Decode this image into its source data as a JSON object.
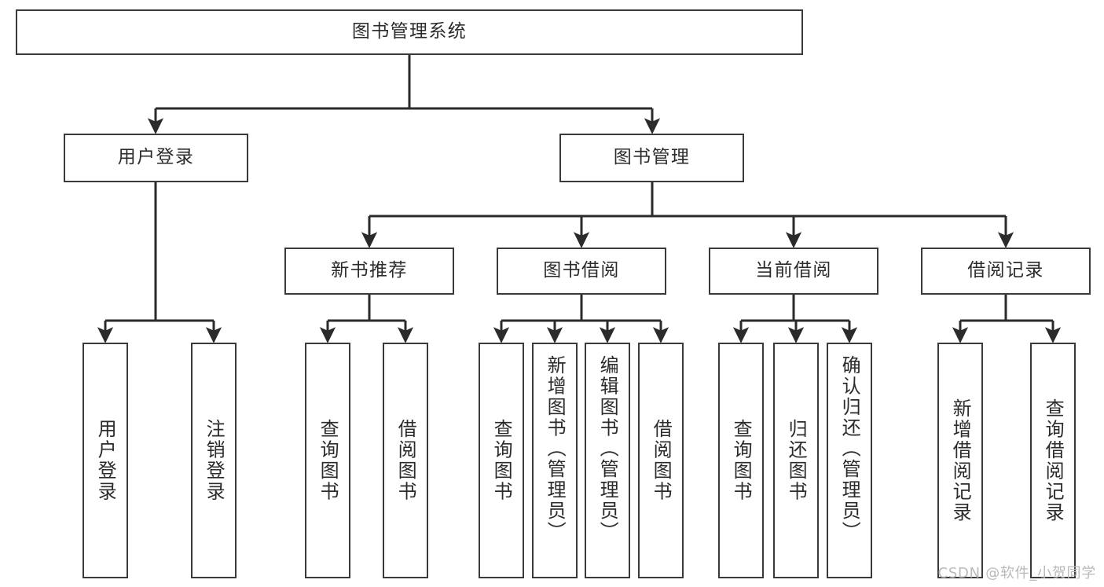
{
  "diagram": {
    "type": "tree",
    "title": "图书管理系统",
    "orientation": "top-down",
    "colors": {
      "box_stroke": "#3a3a3a",
      "box_fill": "#ffffff",
      "edge": "#2b2b2b",
      "text": "#2b2b2b",
      "watermark": "#b9b9b9",
      "background": "#ffffff"
    },
    "root": {
      "label": "图书管理系统"
    },
    "level2": [
      {
        "label": "用户登录"
      },
      {
        "label": "图书管理"
      }
    ],
    "level3": [
      {
        "label": "新书推荐"
      },
      {
        "label": "图书借阅"
      },
      {
        "label": "当前借阅"
      },
      {
        "label": "借阅记录"
      }
    ],
    "leaves": {
      "user_login": [
        {
          "label": "用户登录"
        },
        {
          "label": "注销登录"
        }
      ],
      "new_book_recommend": [
        {
          "label": "查询图书"
        },
        {
          "label": "借阅图书"
        }
      ],
      "book_borrow": [
        {
          "label": "查询图书"
        },
        {
          "label": "新增图书（管理员）"
        },
        {
          "label": "编辑图书（管理员）"
        },
        {
          "label": "借阅图书"
        }
      ],
      "current_borrow": [
        {
          "label": "查询图书"
        },
        {
          "label": "归还图书"
        },
        {
          "label": "确认归还（管理员）"
        }
      ],
      "borrow_records": [
        {
          "label": "新增借阅记录"
        },
        {
          "label": "查询借阅记录"
        }
      ]
    }
  },
  "watermark": {
    "text": "CSDN @软件_小贺同学"
  }
}
